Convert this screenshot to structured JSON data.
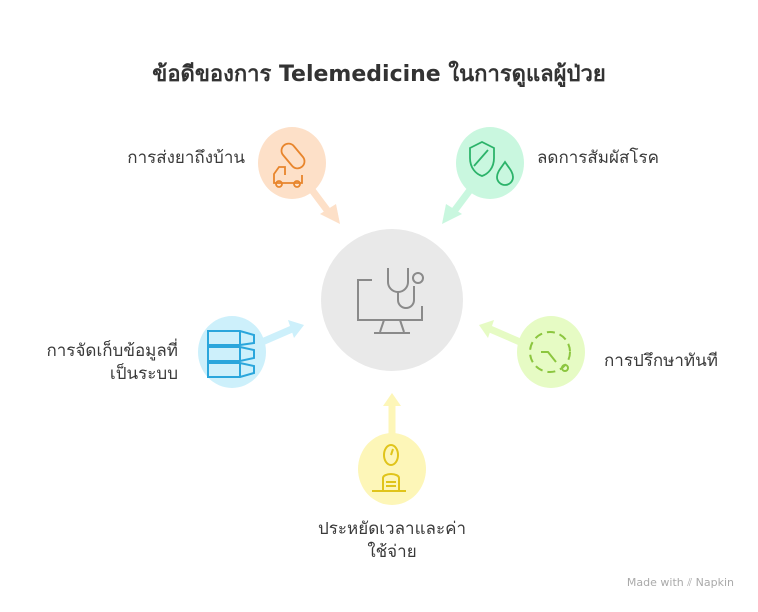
{
  "title": "ข้อดีของการ Telemedicine ในการดูแลผู้ป่วย",
  "center": {
    "icon": "monitor-stethoscope-icon",
    "color": "#e9e9e9"
  },
  "benefits": [
    {
      "label": "การส่งยาถึงบ้าน",
      "icon": "pill-truck-icon",
      "color": "#fde0c8",
      "stroke": "#e8852c"
    },
    {
      "label": "ลดการสัมผัสโรค",
      "icon": "shield-drop-icon",
      "color": "#c9f7df",
      "stroke": "#2cb36a"
    },
    {
      "label_line1": "การจัดเก็บข้อมูลที่",
      "label_line2": "เป็นระบบ",
      "icon": "stacked-layers-icon",
      "color": "#cdf0fb",
      "stroke": "#2aa6dc"
    },
    {
      "label": "การปรึกษาทันที",
      "icon": "clock-icon",
      "color": "#e6fbc4",
      "stroke": "#8cc63f"
    },
    {
      "label_line1": "ประหยัดเวลาและค่า",
      "label_line2": "ใช้จ่าย",
      "icon": "timer-desk-icon",
      "color": "#fdf6b8",
      "stroke": "#e0c41a"
    }
  ],
  "footer": "Made with ⫽ Napkin"
}
